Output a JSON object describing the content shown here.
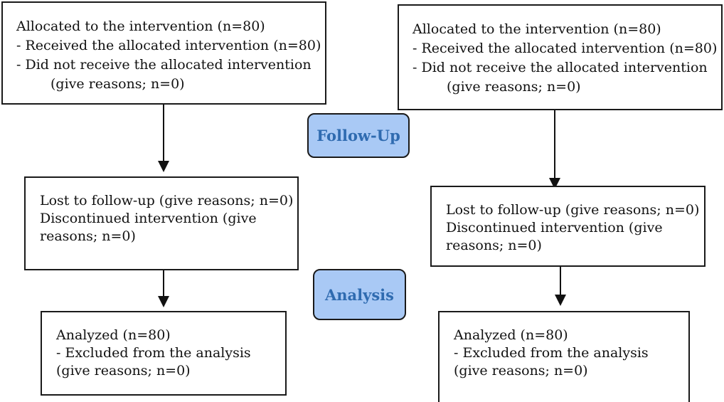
{
  "theme": {
    "stage_fill": "#a9c9f5",
    "stage_text": "#2f6bb0",
    "border": "#1a1a1a"
  },
  "stages": {
    "follow_up": "Follow-Up",
    "analysis": "Analysis"
  },
  "left": {
    "allocation": {
      "line1": "Allocated to the intervention (n=80)",
      "line2": "- Received the allocated intervention (n=80)",
      "line3": "- Did not receive the allocated intervention",
      "line4": "(give reasons; n=0)"
    },
    "follow_up": {
      "line1": "Lost to follow-up (give reasons; n=0)",
      "line2": "Discontinued intervention (give reasons; n=0)"
    },
    "analysis": {
      "line1": "Analyzed (n=80)",
      "line2": "- Excluded from the analysis",
      "line3": "(give reasons; n=0)"
    }
  },
  "right": {
    "allocation": {
      "line1": "Allocated to the intervention (n=80)",
      "line2": "- Received the allocated intervention (n=80)",
      "line3": "- Did not receive the allocated intervention",
      "line4": "(give reasons; n=0)"
    },
    "follow_up": {
      "line1": "Lost to follow-up (give reasons; n=0)",
      "line2": "Discontinued intervention (give reasons; n=0)"
    },
    "analysis": {
      "line1": "Analyzed (n=80)",
      "line2": "- Excluded from the analysis (give reasons; n=0)"
    }
  }
}
